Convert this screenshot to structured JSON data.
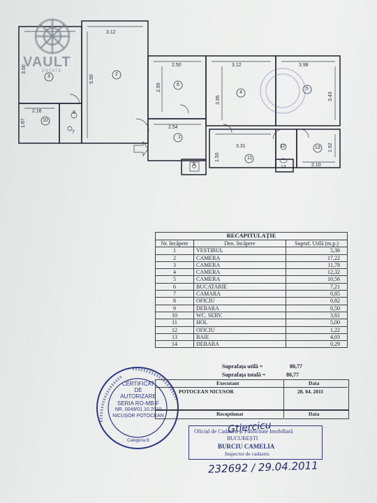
{
  "logo": {
    "name": "VAULT",
    "sub": "ESTATE"
  },
  "plan": {
    "dimensions": [
      "3.12",
      "3.50",
      "5.50",
      "2.16",
      "1.67",
      "2.50",
      "2.95",
      "2.54",
      "3.12",
      "3.95",
      "3.31",
      "1.50",
      "3.98",
      "3.43",
      "1.92",
      "2.10"
    ],
    "rooms": [
      "1",
      "2",
      "3",
      "4",
      "5",
      "6",
      "7",
      "8",
      "9",
      "10",
      "11",
      "12",
      "13",
      "14"
    ]
  },
  "recap": {
    "title": "RECAPITULAȚIE",
    "headers": [
      "Nr. încăpere",
      "Den. încăpere",
      "Supraf. Utilă (m.p.)"
    ],
    "rows": [
      [
        "1",
        "VESTIBUL",
        "5,36"
      ],
      [
        "2",
        "CAMERA",
        "17,22"
      ],
      [
        "3",
        "CAMERA",
        "11,78"
      ],
      [
        "4",
        "CAMERA",
        "12,32"
      ],
      [
        "5",
        "CAMERA",
        "10,56"
      ],
      [
        "6",
        "BUCATARIE",
        "7,21"
      ],
      [
        "7",
        "CAMARA",
        "0,85"
      ],
      [
        "8",
        "OFICIU",
        "0,82"
      ],
      [
        "9",
        "DEBARA",
        "0,50"
      ],
      [
        "10",
        "WC. SERV.",
        "3,61"
      ],
      [
        "11",
        "HOL",
        "5,00"
      ],
      [
        "12",
        "OFICIU",
        "1,22"
      ],
      [
        "13",
        "BAIE",
        "4,03"
      ],
      [
        "14",
        "DEBARA",
        "0,29"
      ]
    ],
    "suprafata_utila_label": "Suprafața  utilă  =",
    "suprafata_utila_value": "80,77",
    "suprafata_totala_label": "Suprafața  totală  =",
    "suprafata_totala_value": "80,77",
    "executant_label": "Executant",
    "data_label": "Data",
    "executant_name": "POTOCEAN NICUSOR",
    "executant_date": "28. 04. 2011",
    "receptionat_label": "Receptionat",
    "data_label_2": "Data"
  },
  "oficiu": {
    "line1": "Oficiul de Cadastru și Publicitate Imobiliară",
    "line2": "BUCUREȘTI",
    "name": "BURCIU CAMELIA",
    "role": "Inspector de cadastru"
  },
  "stamp": {
    "lines": [
      "CERTIFICAT",
      "DE",
      "AUTORIZARE",
      "SERIA RO-MB-F",
      "NR. 0049/01.10.2010",
      "NICUȘOR POTOCEAN"
    ],
    "bottom": "Categoria B"
  },
  "handwriting": {
    "number": "232692 / 29.04.2011",
    "signature": "Gtiercicu"
  }
}
